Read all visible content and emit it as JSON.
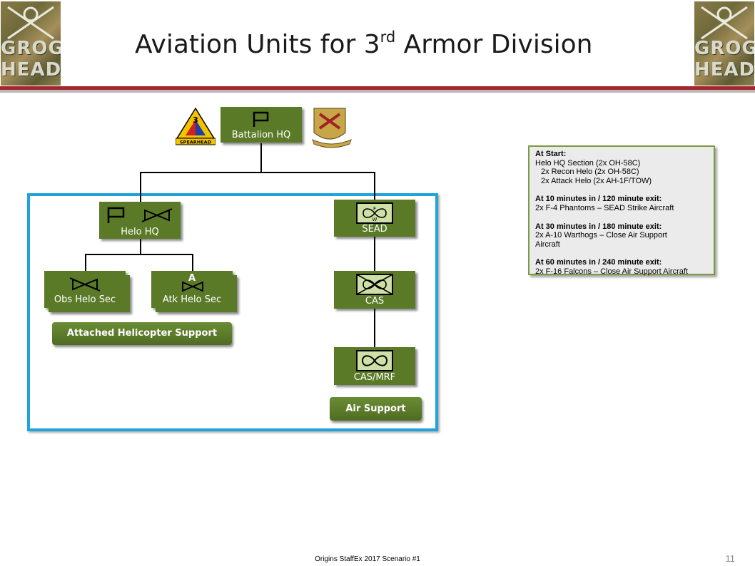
{
  "header": {
    "title_main": "Aviation Units for 3",
    "title_sup": "rd",
    "title_rest": " Armor Division",
    "logo_line1": "GROG",
    "logo_line2": "HEADS"
  },
  "insignia": {
    "division_number": "3",
    "division_motto": "SPEARHEAD"
  },
  "units": {
    "battalion_hq": "Battalion HQ",
    "helo_hq": "Helo HQ",
    "obs_helo_sec": "Obs Helo Sec",
    "atk_helo_sec": "Atk Helo Sec",
    "atk_modifier": "A",
    "sead": "SEAD",
    "sead_modifier_top": "F",
    "sead_modifier_bottom": "W",
    "cas": "CAS",
    "cas_mrf": "CAS/MRF"
  },
  "groups": {
    "attached_helicopter_support": "Attached Helicopter Support",
    "air_support": "Air Support"
  },
  "info_panel": {
    "start_heading": "At Start:",
    "start_line1": "Helo HQ Section (2x OH-58C)",
    "start_line2": "2x Recon Helo  (2x OH-58C)",
    "start_line3": "2x Attack Helo (2x AH-1F/TOW)",
    "t10_heading": "At 10 minutes in / 120 minute exit:",
    "t10_line1": "2x F-4 Phantoms – SEAD Strike Aircraft",
    "t30_heading": "At 30 minutes in / 180 minute exit:",
    "t30_line1": "2x A-10 Warthogs – Close Air Support",
    "t30_line2": "Aircraft",
    "t60_heading": "At 60 minutes in / 240 minute exit:",
    "t60_line1": "2x F-16 Falcons – Close Air Support Aircraft"
  },
  "footer": {
    "caption": "Origins StaffEx 2017 Scenario #1",
    "page_number": "11"
  },
  "colors": {
    "unit_green": "#5b7a28",
    "frame_blue": "#20a3dc",
    "rule_red": "#a5262b"
  }
}
